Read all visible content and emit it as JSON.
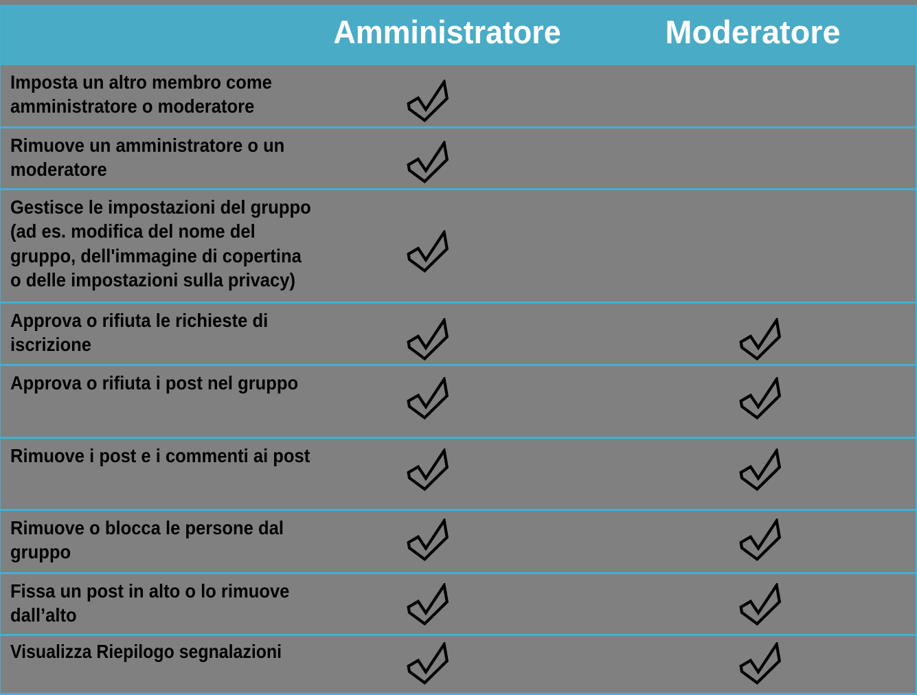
{
  "colors": {
    "background_gray": "#808080",
    "header_teal": "#4aabc6",
    "grid_teal": "#3fb2d4",
    "header_text": "#ffffff",
    "body_text": "#000000",
    "check": "#000000"
  },
  "table": {
    "columns": [
      {
        "label": "Amministratore"
      },
      {
        "label": "Moderatore"
      }
    ],
    "rows": [
      {
        "label": "Imposta un altro membro come\namministratore o moderatore",
        "amministratore": true,
        "moderatore": false
      },
      {
        "label": "Rimuove un amministratore o un\nmoderatore",
        "amministratore": true,
        "moderatore": false
      },
      {
        "label": "Gestisce le impostazioni del gruppo\n(ad es. modifica del nome del\ngruppo, dell'immagine di copertina\no delle impostazioni sulla privacy)",
        "amministratore": true,
        "moderatore": false
      },
      {
        "label": "Approva o rifiuta le richieste di\niscrizione",
        "amministratore": true,
        "moderatore": true
      },
      {
        "label": "Approva o rifiuta i post nel gruppo",
        "amministratore": true,
        "moderatore": true
      },
      {
        "label": "Rimuove i post e i commenti ai post",
        "amministratore": true,
        "moderatore": true
      },
      {
        "label": "Rimuove o blocca le persone dal\ngruppo",
        "amministratore": true,
        "moderatore": true
      },
      {
        "label": "Fissa un post in alto o lo rimuove\ndall’alto",
        "amministratore": true,
        "moderatore": true
      },
      {
        "label": "Visualizza Riepilogo segnalazioni",
        "amministratore": true,
        "moderatore": true
      }
    ]
  }
}
